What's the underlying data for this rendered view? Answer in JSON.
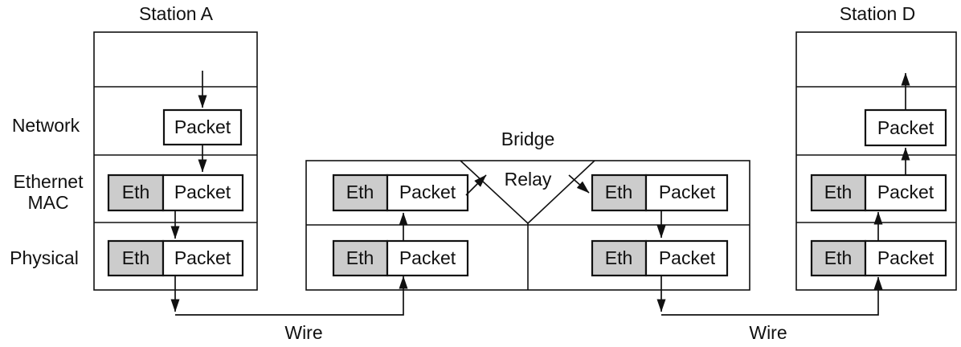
{
  "figure": {
    "type": "network-layer-diagram",
    "stations": {
      "a": {
        "title": "Station A",
        "network_packet": "Packet",
        "mac_eth": "Eth",
        "mac_packet": "Packet",
        "phy_eth": "Eth",
        "phy_packet": "Packet"
      },
      "d": {
        "title": "Station D",
        "network_packet": "Packet",
        "mac_eth": "Eth",
        "mac_packet": "Packet",
        "phy_eth": "Eth",
        "phy_packet": "Packet"
      }
    },
    "layers": {
      "network": "Network",
      "mac_line1": "Ethernet",
      "mac_line2": "MAC",
      "physical": "Physical"
    },
    "bridge": {
      "title": "Bridge",
      "relay": "Relay",
      "left_mac_eth": "Eth",
      "left_mac_packet": "Packet",
      "left_phy_eth": "Eth",
      "left_phy_packet": "Packet",
      "right_mac_eth": "Eth",
      "right_mac_packet": "Packet",
      "right_phy_eth": "Eth",
      "right_phy_packet": "Packet"
    },
    "wires": {
      "left": "Wire",
      "right": "Wire"
    },
    "colors": {
      "line": "#111111",
      "text": "#111111",
      "eth_fill": "#cccccc",
      "packet_fill": "#ffffff",
      "background": "#ffffff"
    }
  }
}
